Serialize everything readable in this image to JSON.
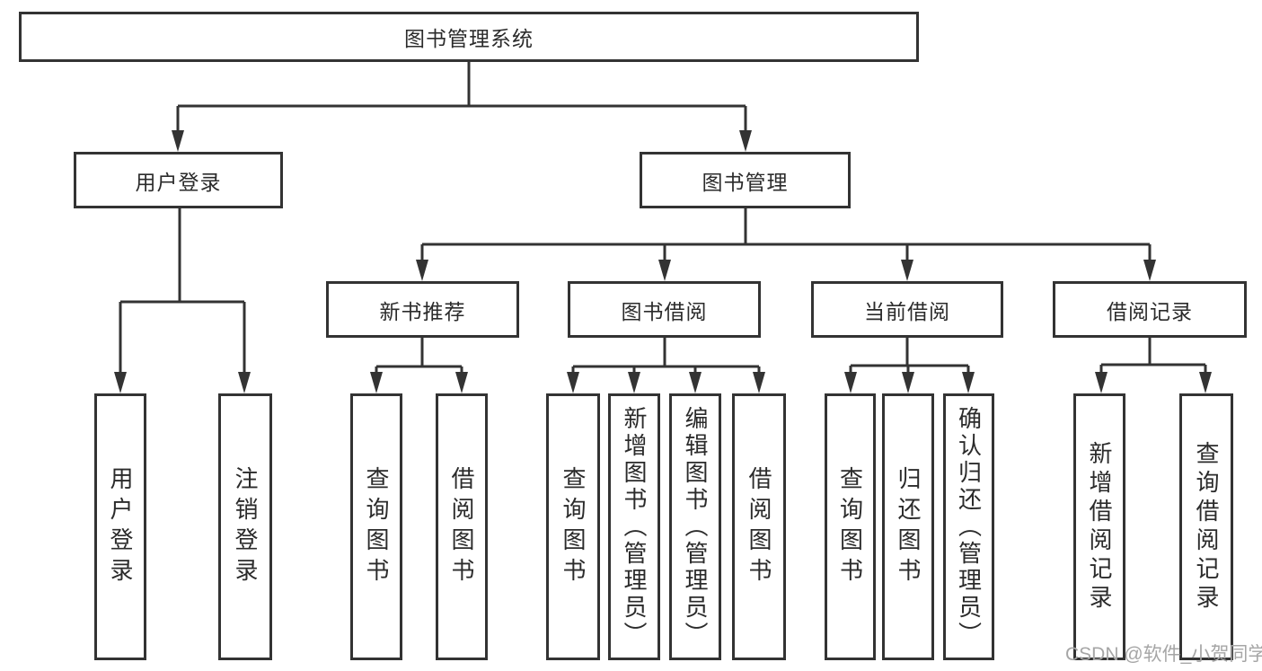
{
  "colors": {
    "line": "#333333",
    "text": "#2b2b2b",
    "watermark": "#a6a6a6",
    "background": "#ffffff"
  },
  "watermark": "CSDN @软件_小贺同学",
  "diagram": {
    "type": "tree",
    "tree": {
      "label": "图书管理系统",
      "children": [
        {
          "label": "用户登录",
          "children": [
            {
              "label": "用户登录"
            },
            {
              "label": "注销登录"
            }
          ]
        },
        {
          "label": "图书管理",
          "children": [
            {
              "label": "新书推荐",
              "children": [
                {
                  "label": "查询图书"
                },
                {
                  "label": "借阅图书"
                }
              ]
            },
            {
              "label": "图书借阅",
              "children": [
                {
                  "label": "查询图书"
                },
                {
                  "label": "新增图书（管理员）"
                },
                {
                  "label": "编辑图书（管理员）"
                },
                {
                  "label": "借阅图书"
                }
              ]
            },
            {
              "label": "当前借阅",
              "children": [
                {
                  "label": "查询图书"
                },
                {
                  "label": "归还图书"
                },
                {
                  "label": "确认归还（管理员）"
                }
              ]
            },
            {
              "label": "借阅记录",
              "children": [
                {
                  "label": "新增借阅记录"
                },
                {
                  "label": "查询借阅记录"
                }
              ]
            }
          ]
        }
      ]
    }
  }
}
